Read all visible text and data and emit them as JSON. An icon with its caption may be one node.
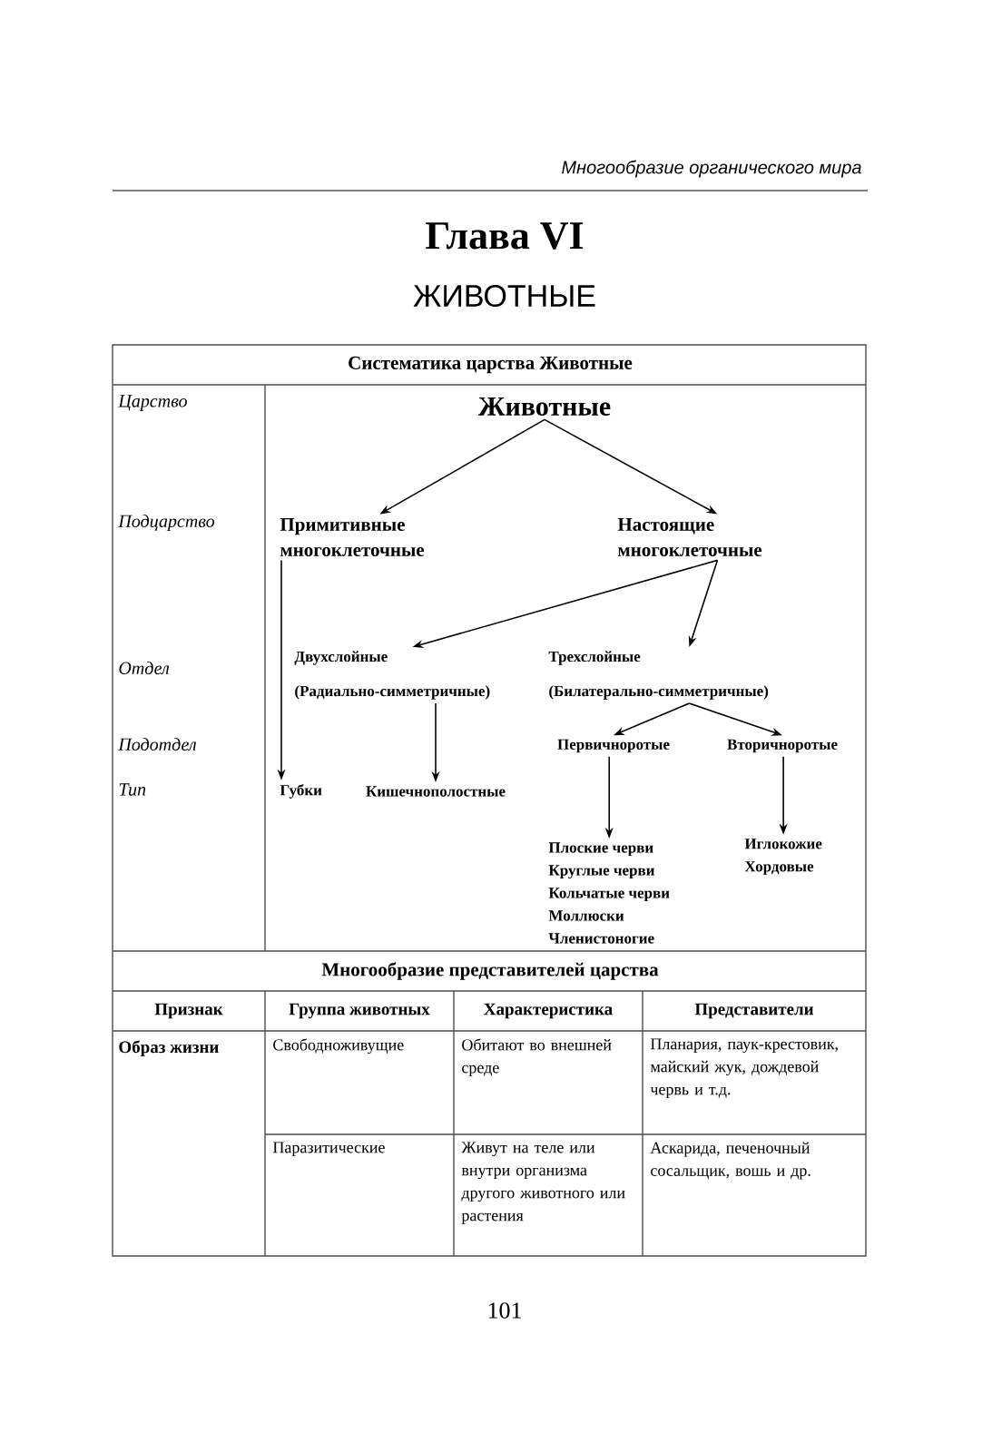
{
  "diagram": {
    "nodes": [
      {
        "text": [
          "Животные"
        ]
      },
      {
        "text": [
          "Примитивные многоклеточные"
        ]
      },
      {
        "text": [
          "Настоящие многоклеточные"
        ]
      },
      {
        "text": [
          "Двухслойные (Радиально-симметричные)"
        ]
      },
      {
        "text": [
          "Трехслойные (Билатерально-симметричные)"
        ]
      },
      {
        "text": [
          "Первичноротые"
        ]
      },
      {
        "text": [
          "Вторичноротые"
        ]
      },
      {
        "text": [
          "Губки"
        ]
      },
      {
        "text": [
          "Кишечнополостные"
        ]
      },
      {
        "text": [
          "Плоские черви",
          "Круглые черви",
          "Кольчатые черви",
          "Моллюски",
          "Членистоногие"
        ]
      },
      {
        "text": [
          "Иглокожие",
          "Хордовые"
        ]
      }
    ],
    "edges": [
      {
        "from": 0,
        "to": 1,
        "arrow": "to"
      },
      {
        "from": 0,
        "to": 2,
        "arrow": "to"
      },
      {
        "from": 2,
        "to": 3,
        "arrow": "to"
      },
      {
        "from": 2,
        "to": 4,
        "arrow": "to"
      },
      {
        "from": 1,
        "to": 7,
        "arrow": "to"
      },
      {
        "from": 3,
        "to": 8,
        "arrow": "to"
      },
      {
        "from": 4,
        "to": 5,
        "arrow": "to"
      },
      {
        "from": 4,
        "to": 6,
        "arrow": "to"
      },
      {
        "from": 5,
        "to": 9,
        "arrow": "to"
      },
      {
        "from": 6,
        "to": 10,
        "arrow": "to"
      }
    ],
    "labels": [
      "Многообразие органического мира",
      "Глава VI",
      "ЖИВОТНЫЕ",
      "Систематика царства Животные",
      "Царство",
      "Подцарство",
      "Отдел",
      "Подотдел",
      "Тип",
      "Многообразие представителей царства",
      "Признак",
      "Группа животных",
      "Характеристика",
      "Представители",
      "Образ жизни",
      "Свободноживущие",
      "Обитают во внешней среде",
      "Планария, паук-крестовик, майский жук, дождевой червь и т.д.",
      "Паразитические",
      "Живут на теле или внутри организма другого животного или растения",
      "Аскарида, печеночный сосальщик, вошь и др.",
      "101"
    ]
  }
}
